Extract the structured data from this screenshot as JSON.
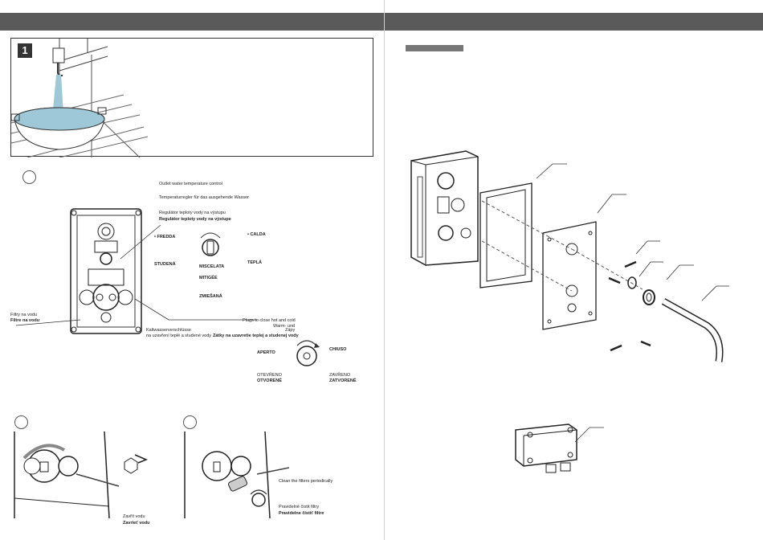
{
  "step_numbers": {
    "step1": "1"
  },
  "ctrl": {
    "en": "Outlet water temperature control",
    "de": "Temperaturregler für das ausgehende Wasser",
    "cz": "Regulátor teploty vody na výstupu",
    "sk": "Regulátor teploty vody na výstupe",
    "fredda": "• FREDDA",
    "calda": "• CALDA",
    "studena": "STUDENÁ",
    "tepla": "TEPLÁ",
    "miscelata": "MISCELATA",
    "mitigee": "MITIGÉE",
    "zmiesana": "ZMIEŠANÁ"
  },
  "filters": {
    "cz": "Filtry na vodu",
    "sk": "Filtre na vodu"
  },
  "plugs": {
    "en": "Plugs to close hot and cold",
    "de1": "Warm- und",
    "de_prefix": "Kaltwasserverschlüsse",
    "de2": "Zäpy",
    "cz": "na uzavření teplé a studené vody",
    "sk": "Zátky na uzavretie teplej a studenej vody"
  },
  "valve": {
    "aperto": "APERTO",
    "chiuso": "CHIUSO",
    "otevreno": "OTEVŘENO",
    "otvorene": "OTVORENÉ",
    "zavreno": "ZAVŘENO",
    "zatvorene": "ZATVORENÉ"
  },
  "close": {
    "cz": "Zavřít vodu",
    "sk": "Zavrieť vodu"
  },
  "clean": {
    "en": "Clean the filters periodically",
    "cz": "Pravidelně čistit filtry",
    "sk": "Pravidelne čistiť filtre"
  },
  "colors": {
    "bar": "#5a5a5a",
    "water": "#9ec8d8",
    "line": "#333333"
  }
}
